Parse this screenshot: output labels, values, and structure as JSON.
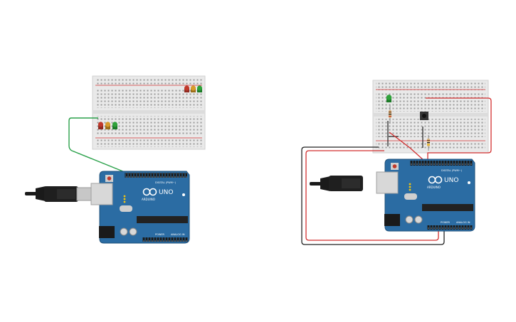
{
  "circuits": [
    {
      "id": "left",
      "board": {
        "model": "UNO",
        "brand": "ARDUINO",
        "digital_header": "DIGITAL (PWM~)",
        "power_header": "POWER",
        "analog_header": "ANALOG IN"
      },
      "leds_top_row": [
        "red",
        "orange",
        "green"
      ],
      "leds_middle_row": [
        "red",
        "orange",
        "green"
      ]
    },
    {
      "id": "right",
      "board": {
        "model": "UNO",
        "brand": "ARDUINO",
        "digital_header": "DIGITAL (PWM~)",
        "power_header": "POWER",
        "analog_header": "ANALOG IN"
      },
      "leds": [
        "green"
      ],
      "has_pushbutton": true,
      "resistors": 2
    }
  ],
  "colors": {
    "board": "#2b6ca3",
    "breadboard": "#e9e9e9",
    "wire_green": "#2aa14a",
    "wire_red": "#d22f2f",
    "wire_black": "#222222",
    "led_red": "#c0392b",
    "led_orange": "#d79b2b",
    "led_green": "#2fa23a"
  }
}
